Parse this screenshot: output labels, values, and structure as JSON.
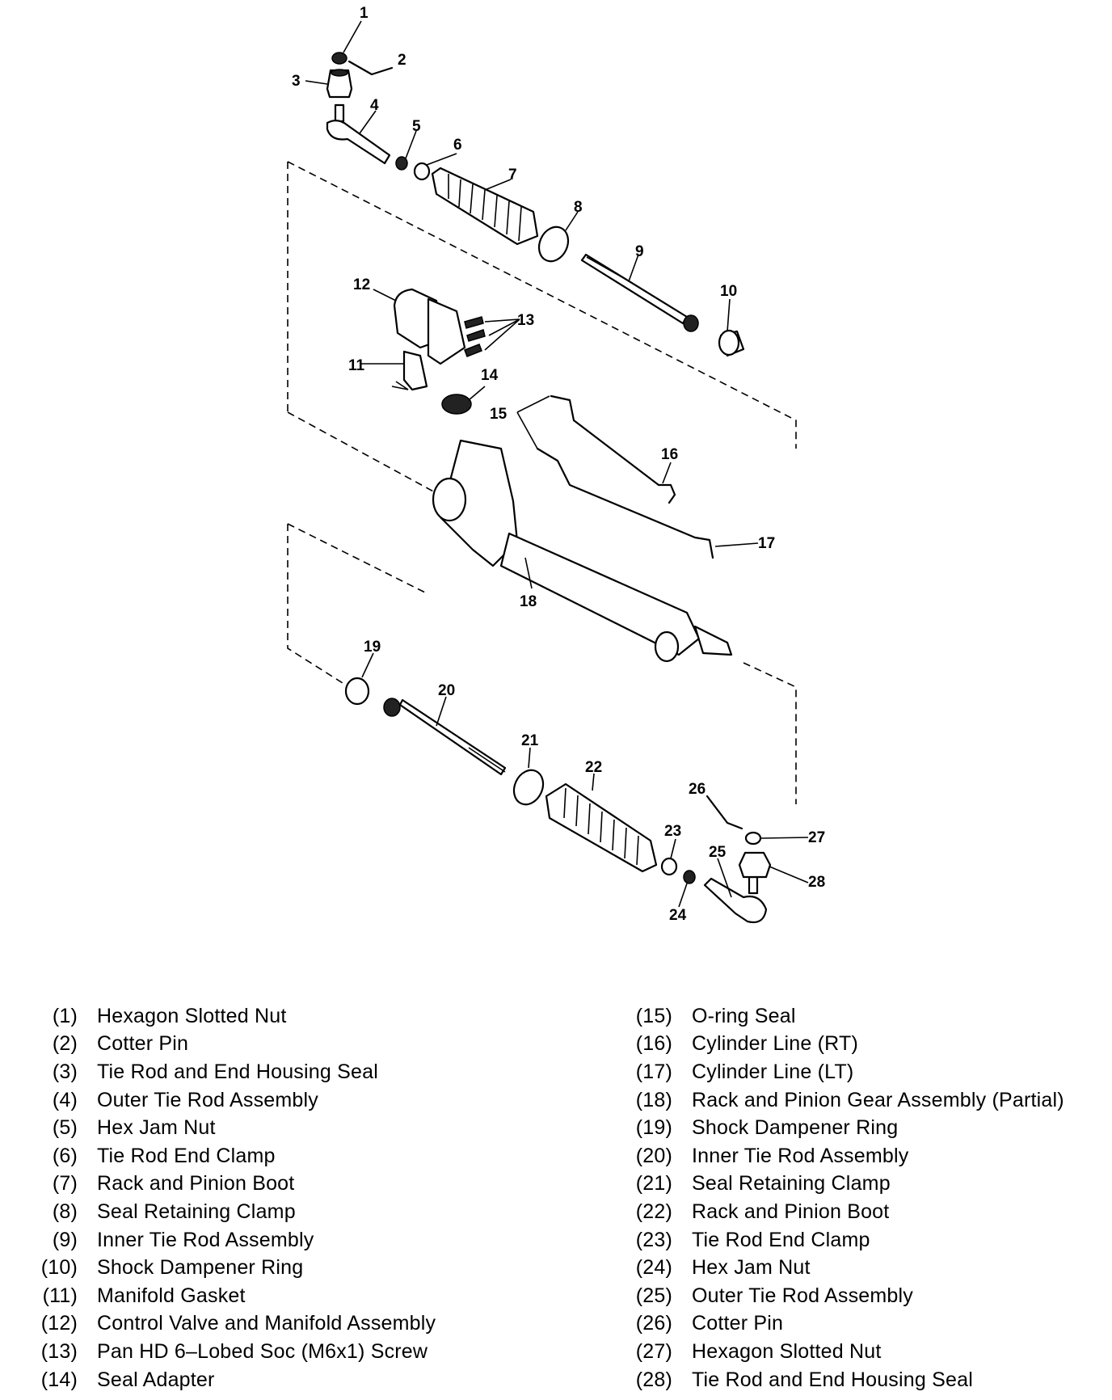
{
  "callouts": [
    "1",
    "2",
    "3",
    "4",
    "5",
    "6",
    "7",
    "8",
    "9",
    "10",
    "11",
    "12",
    "13",
    "14",
    "15",
    "16",
    "17",
    "18",
    "19",
    "20",
    "21",
    "22",
    "23",
    "24",
    "25",
    "26",
    "27",
    "28"
  ],
  "legend": {
    "left": [
      {
        "num": "(1)",
        "label": "Hexagon Slotted Nut"
      },
      {
        "num": "(2)",
        "label": "Cotter Pin"
      },
      {
        "num": "(3)",
        "label": "Tie Rod and End Housing Seal"
      },
      {
        "num": "(4)",
        "label": "Outer Tie Rod Assembly"
      },
      {
        "num": "(5)",
        "label": "Hex Jam Nut"
      },
      {
        "num": "(6)",
        "label": "Tie Rod End Clamp"
      },
      {
        "num": "(7)",
        "label": "Rack and Pinion Boot"
      },
      {
        "num": "(8)",
        "label": "Seal Retaining Clamp"
      },
      {
        "num": "(9)",
        "label": "Inner Tie Rod Assembly"
      },
      {
        "num": "(10)",
        "label": "Shock Dampener Ring"
      },
      {
        "num": "(11)",
        "label": "Manifold Gasket"
      },
      {
        "num": "(12)",
        "label": "Control Valve and Manifold Assembly"
      },
      {
        "num": "(13)",
        "label": "Pan HD 6–Lobed Soc (M6x1) Screw"
      },
      {
        "num": "(14)",
        "label": "Seal Adapter"
      }
    ],
    "right": [
      {
        "num": "(15)",
        "label": "O-ring Seal"
      },
      {
        "num": "(16)",
        "label": "Cylinder Line (RT)"
      },
      {
        "num": "(17)",
        "label": "Cylinder Line (LT)"
      },
      {
        "num": "(18)",
        "label": "Rack and Pinion Gear Assembly (Partial)"
      },
      {
        "num": "(19)",
        "label": "Shock Dampener Ring"
      },
      {
        "num": "(20)",
        "label": "Inner Tie Rod Assembly"
      },
      {
        "num": "(21)",
        "label": "Seal Retaining Clamp"
      },
      {
        "num": "(22)",
        "label": "Rack and Pinion Boot"
      },
      {
        "num": "(23)",
        "label": "Tie Rod End Clamp"
      },
      {
        "num": "(24)",
        "label": "Hex Jam Nut"
      },
      {
        "num": "(25)",
        "label": "Outer Tie Rod Assembly"
      },
      {
        "num": "(26)",
        "label": "Cotter Pin"
      },
      {
        "num": "(27)",
        "label": "Hexagon Slotted Nut"
      },
      {
        "num": "(28)",
        "label": "Tie Rod and End Housing Seal"
      }
    ]
  }
}
